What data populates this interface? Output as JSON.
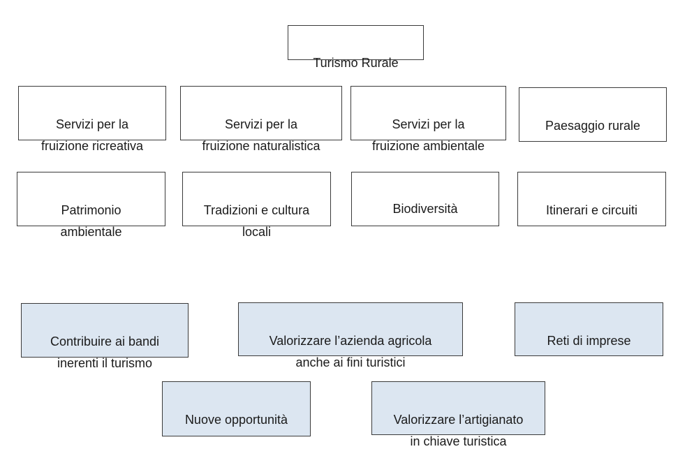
{
  "title": "Turismo Rurale",
  "services_row": [
    "Servizi per la\nfruizione ricreativa",
    "Servizi per la\nfruizione naturalistica",
    "Servizi per la\nfruizione ambientale",
    "Paesaggio rurale"
  ],
  "resources_row": [
    "Patrimonio\nambientale",
    "Tradizioni e cultura\nlocali",
    "Biodiversità",
    "Itinerari e circuiti"
  ],
  "actions_row1": [
    "Contribuire ai bandi\ninerenti il turismo",
    "Valorizzare l’azienda agricola\nanche ai fini turistici",
    "Reti di imprese"
  ],
  "actions_row2": [
    "Nuove opportunità",
    "Valorizzare l’artigianato\nin chiave turistica"
  ],
  "colors": {
    "border": "#3a3a3a",
    "shaded_fill": "#dce6f1",
    "plain_fill": "#ffffff"
  }
}
